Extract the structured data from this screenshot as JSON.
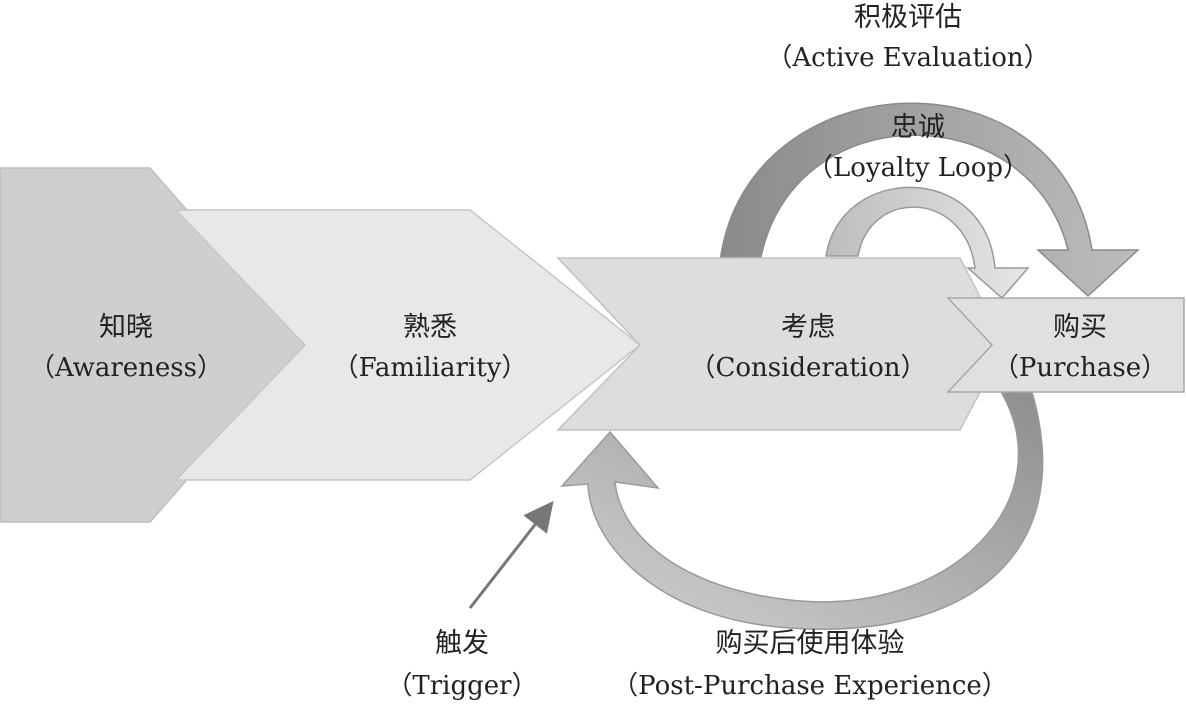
{
  "stages": [
    {
      "zh": "知晓",
      "en": "（Awareness）"
    },
    {
      "zh": "熟悉",
      "en": "（Familiarity）"
    },
    {
      "zh": "考虑",
      "en": "（Consideration）"
    },
    {
      "zh": "购买",
      "en": "（Purchase）"
    }
  ],
  "loops": {
    "active_evaluation": {
      "zh": "积极评估",
      "en": "（Active Evaluation）"
    },
    "loyalty_loop": {
      "zh": "忠诚",
      "en": "（Loyalty Loop）"
    },
    "trigger": {
      "zh": "触发",
      "en": "（Trigger）"
    },
    "post_purchase": {
      "zh": "购买后使用体验",
      "en": "（Post-Purchase Experience）"
    }
  },
  "colors": {
    "awareness": "#cfcfcf",
    "familiarity": "#e8e8e8",
    "consideration": "#dddddd",
    "purchase": "#e0e0e0",
    "active_arrow": "#9a9a9a",
    "loyalty_arrow": "#c8c8c8",
    "post_purchase_arrow": "#b8b8b8",
    "trigger_arrow": "#777777"
  }
}
